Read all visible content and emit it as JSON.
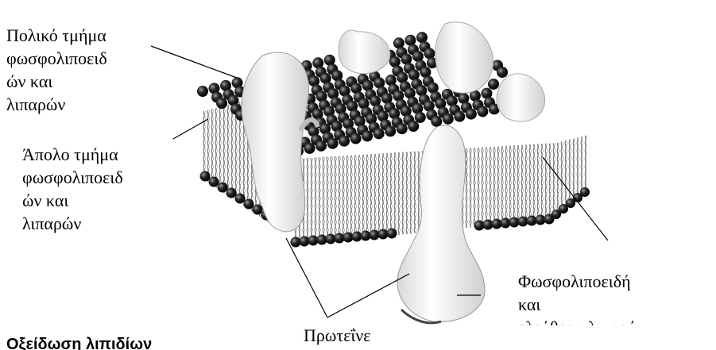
{
  "labels": {
    "polar_part": [
      "Πολικό τμήμα",
      "φωσφολιποειδ",
      "ών και",
      "λιπαρών"
    ],
    "nonpolar_part": [
      "Άπολο τμήμα",
      "φωσφολιποειδ",
      "ών και",
      "λιπαρών"
    ],
    "phospholipids": [
      "Φωσφολιποειδή",
      "και",
      "ελεύθερα λιπαρά"
    ],
    "proteins": "Πρωτεΐνε",
    "heading": "Οξείδωση λιπιδίων"
  },
  "colors": {
    "head": "#1a1a1a",
    "protein": "#f2f2f2",
    "tail": "#555555"
  }
}
